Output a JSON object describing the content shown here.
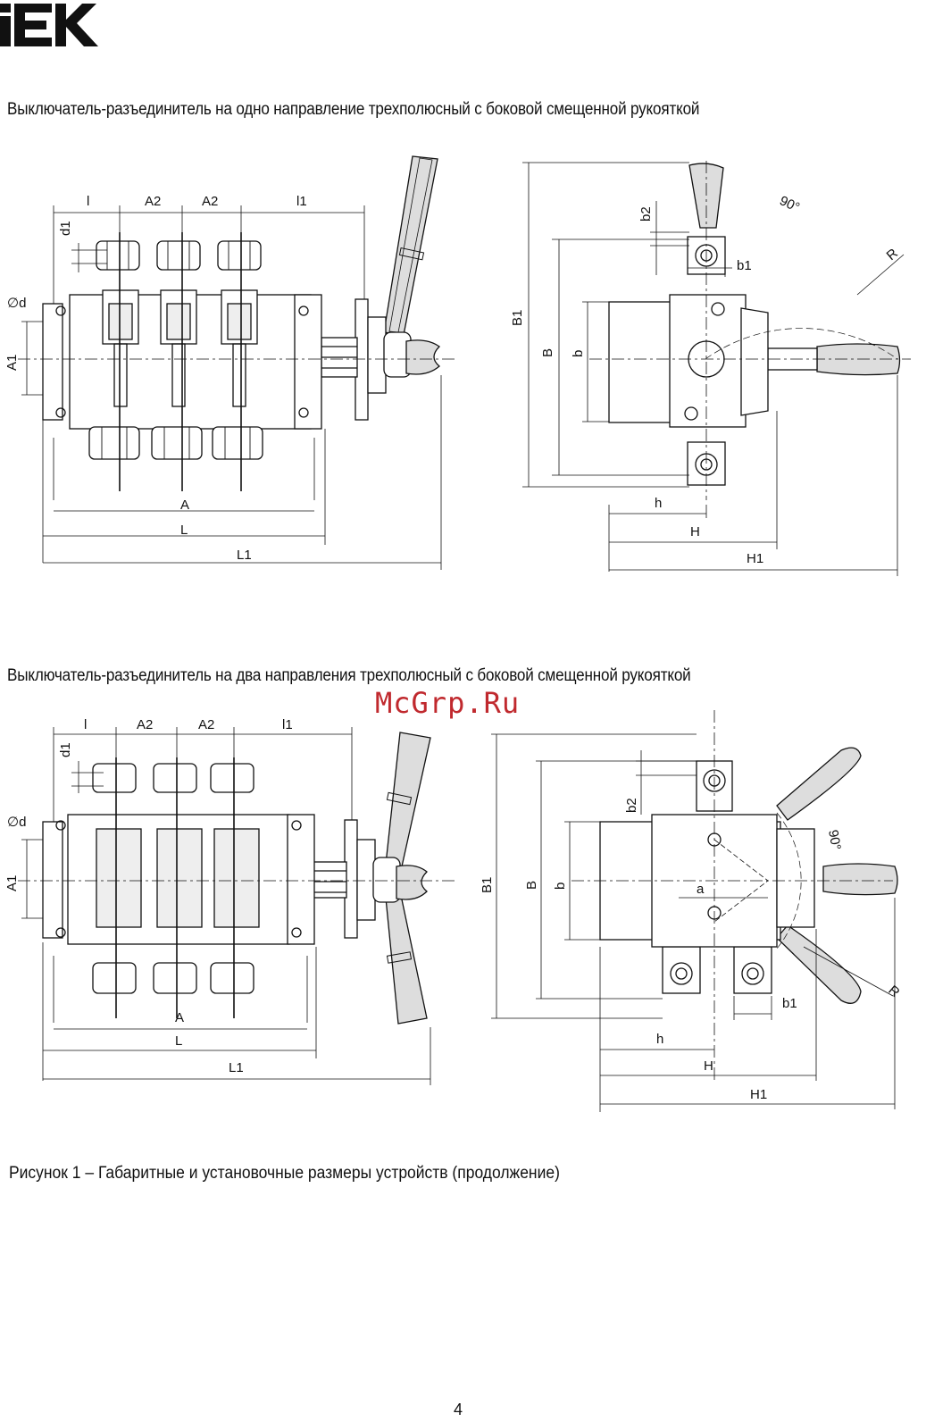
{
  "brand": {
    "logo_text": "IEK",
    "color": "#111111"
  },
  "heading_1": "Выключатель-разъединитель на одно направление трехполюсный с боковой смещенной рукояткой",
  "heading_2": "Выключатель-разъединитель на два направления трехполюсный с боковой смещенной рукояткой",
  "watermark": {
    "text": "McGrp.Ru",
    "color": "#c0292e"
  },
  "figure_1_front": {
    "dim_labels": {
      "l": "l",
      "a2_left": "A2",
      "a2_right": "A2",
      "l1": "l1",
      "d1": "d1",
      "d": "∅d",
      "a1": "A1",
      "a": "A",
      "L": "L",
      "L1": "L1"
    }
  },
  "figure_1_side": {
    "dim_labels": {
      "b1_total": "B1",
      "b_outer": "B",
      "b_inner": "b",
      "b2": "b2",
      "b1": "b1",
      "angle": "90°",
      "R": "R",
      "h": "h",
      "H": "H",
      "H1": "H1"
    }
  },
  "figure_2_front": {
    "dim_labels": {
      "l": "l",
      "a2_left": "A2",
      "a2_right": "A2",
      "l1": "l1",
      "d1": "d1",
      "d": "∅d",
      "a1": "A1",
      "a": "A",
      "L": "L",
      "L1": "L1"
    }
  },
  "figure_2_side": {
    "dim_labels": {
      "b1_total": "B1",
      "b_outer": "B",
      "b_inner": "b",
      "b2": "b2",
      "b1": "b1",
      "a": "a",
      "angle": "90°",
      "R": "R",
      "h": "h",
      "H": "H",
      "H1": "H1"
    }
  },
  "caption": "Рисунок 1 – Габаритные и установочные размеры устройств (продолжение)",
  "page_number": "4"
}
